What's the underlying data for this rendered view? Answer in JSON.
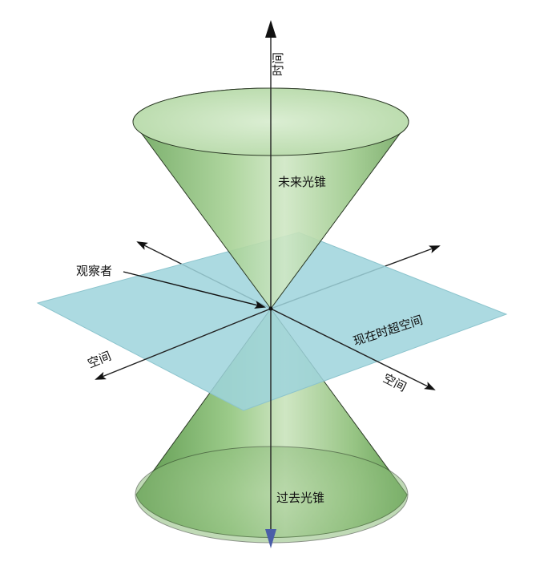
{
  "labels": {
    "time_axis": "时间",
    "future_cone": "未来光锥",
    "past_cone": "过去光锥",
    "observer": "观察者",
    "hypersurface": "现在时超空间",
    "space_left": "空间",
    "space_right": "空间"
  },
  "colors": {
    "cone_fill": "#9fcb8e",
    "cone_dark": "#7fb06c",
    "cone_rim": "#cfe6c4",
    "plane": "#9ed3dc",
    "axis": "#222222",
    "axis_arrow_down": "#4a5ea8"
  }
}
